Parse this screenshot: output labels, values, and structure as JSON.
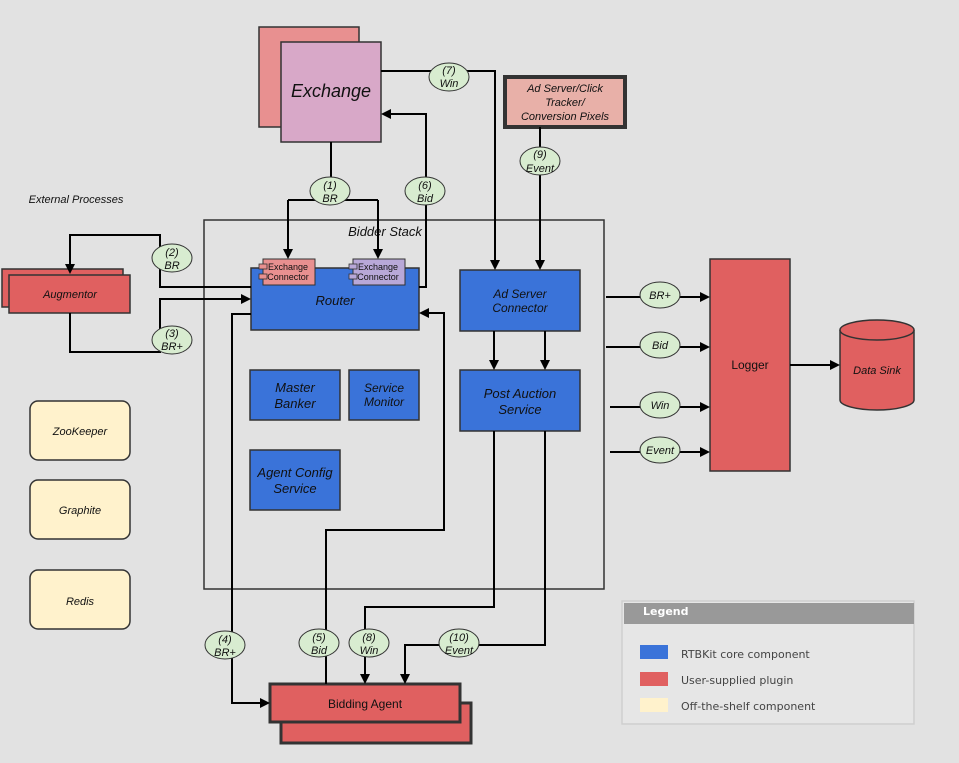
{
  "external_processes_label": "External Processes",
  "bidder_stack_label": "Bidder Stack",
  "exchange": "Exchange",
  "ad_server_click": [
    "Ad Server/Click",
    "Tracker/",
    "Conversion Pixels"
  ],
  "augmentor": "Augmentor",
  "exchange_connector_1": [
    "Exchange",
    "Connector"
  ],
  "exchange_connector_2": [
    "Exchange",
    "Connector"
  ],
  "router": "Router",
  "master_banker": [
    "Master",
    "Banker"
  ],
  "service_monitor": [
    "Service",
    "Monitor"
  ],
  "agent_config_service": [
    "Agent Config",
    "Service"
  ],
  "ad_server_connector": [
    "Ad Server",
    "Connector"
  ],
  "post_auction_service": [
    "Post Auction",
    "Service"
  ],
  "logger": "Logger",
  "data_sink": "Data Sink",
  "zookeeper": "ZooKeeper",
  "graphite": "Graphite",
  "redis": "Redis",
  "bidding_agent": "Bidding Agent",
  "flows": {
    "f1": [
      "(1)",
      "BR"
    ],
    "f2": [
      "(2)",
      "BR"
    ],
    "f3": [
      "(3)",
      "BR+"
    ],
    "f4": [
      "(4)",
      "BR+"
    ],
    "f5": [
      "(5)",
      "Bid"
    ],
    "f6": [
      "(6)",
      "Bid"
    ],
    "f7": [
      "(7)",
      "Win"
    ],
    "f8": [
      "(8)",
      "Win"
    ],
    "f9": [
      "(9)",
      "Event"
    ],
    "f10": [
      "(10)",
      "Event"
    ]
  },
  "logger_inputs": [
    "BR+",
    "Bid",
    "Win",
    "Event"
  ],
  "legend": {
    "title": "Legend",
    "items": [
      {
        "label": "RTBKit core component",
        "color": "#3a73d9"
      },
      {
        "label": "User-supplied plugin",
        "color": "#e06060"
      },
      {
        "label": "Off-the-shelf component",
        "color": "#fff2cc"
      }
    ]
  },
  "colors": {
    "core": "#3a73d9",
    "plugin": "#e06060",
    "off_the_shelf": "#fff2cc",
    "exchange": "#d8a8c8",
    "exchange_back": "#e89090",
    "ad_server_click": "#e8b0a8",
    "label_bubble": "#d8ecd0",
    "connector_purple": "#b8a8d8",
    "connector_pink": "#e89090",
    "legend_header": "#999999"
  }
}
